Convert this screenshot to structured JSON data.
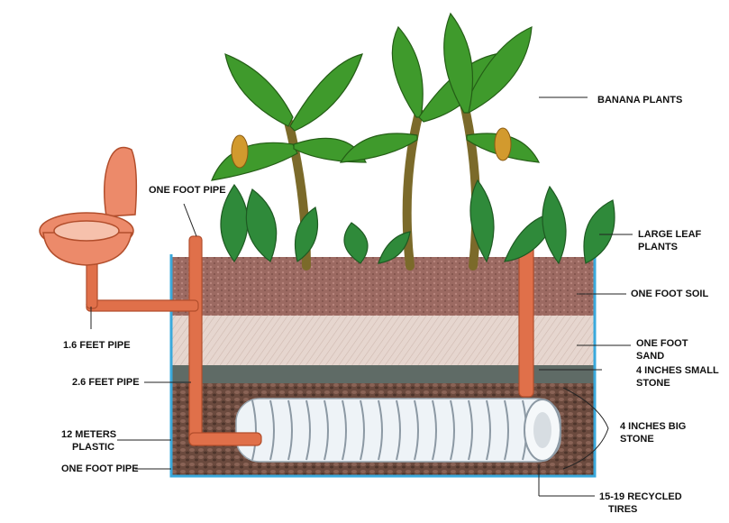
{
  "labels": {
    "banana_plants": "BANANA PLANTS",
    "large_leaf_1": "LARGE LEAF",
    "large_leaf_2": "PLANTS",
    "one_foot_soil": "ONE FOOT SOIL",
    "one_foot_sand_1": "ONE FOOT",
    "one_foot_sand_2": "SAND",
    "small_stone_1": "4 INCHES SMALL",
    "small_stone_2": "STONE",
    "big_stone_1": "4 INCHES BIG",
    "big_stone_2": "STONE",
    "tires_1": "15-19 RECYCLED",
    "tires_2": "TIRES",
    "one_foot_pipe_top": "ONE FOOT PIPE",
    "pipe_1_6": "1.6 FEET PIPE",
    "pipe_2_6": "2.6 FEET PIPE",
    "plastic_1": "12 METERS",
    "plastic_2": "PLASTIC",
    "one_foot_pipe_bottom": "ONE FOOT PIPE"
  },
  "colors": {
    "soil": "#9c6a62",
    "sand": "#e6d6cf",
    "small_stone": "#5f6b66",
    "big_stone": "#6b4a3e",
    "pipe": "#e0704a",
    "toilet": "#ec8a6a",
    "plastic_liner": "#3aa9dc",
    "leaf": "#3f9a2c",
    "trunk": "#7b6a2a"
  }
}
